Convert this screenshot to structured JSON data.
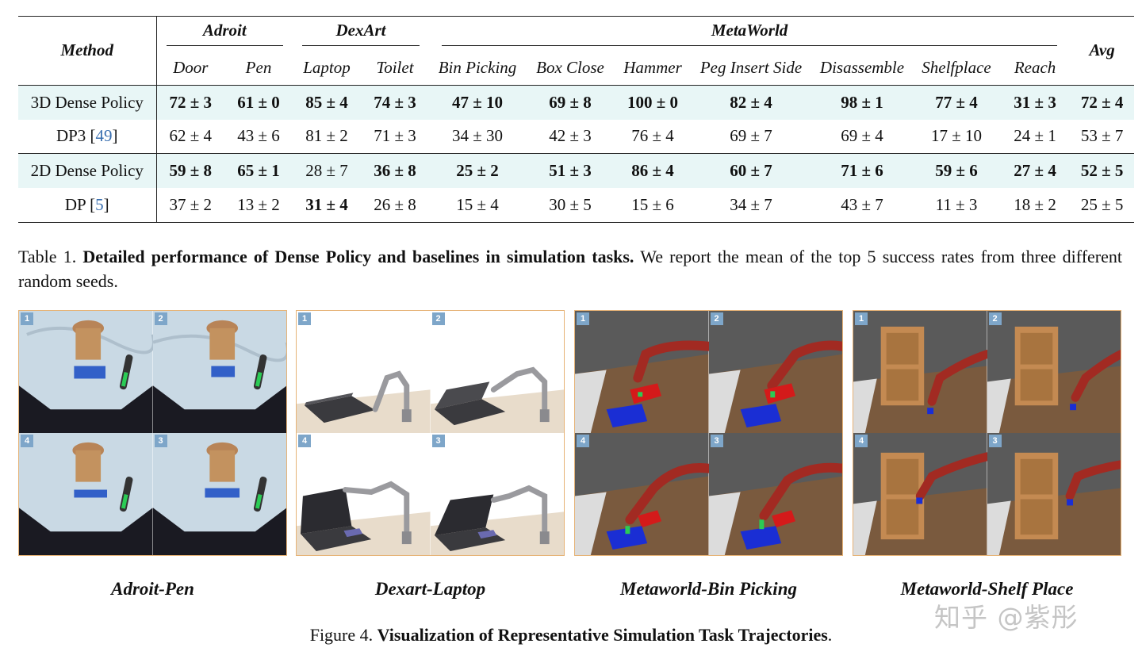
{
  "table": {
    "method_header": "Method",
    "avg_header": "Avg",
    "groups": [
      "Adroit",
      "DexArt",
      "MetaWorld"
    ],
    "tasks": [
      "Door",
      "Pen",
      "Laptop",
      "Toilet",
      "Bin Picking",
      "Box Close",
      "Hammer",
      "Peg Insert Side",
      "Disassemble",
      "Shelfplace",
      "Reach"
    ],
    "rows": [
      {
        "method": "3D Dense Policy",
        "cite": "",
        "cells": [
          "72 ± 3",
          "61 ± 0",
          "85 ± 4",
          "74 ± 3",
          "47 ± 10",
          "69 ± 8",
          "100 ± 0",
          "82 ± 4",
          "98 ± 1",
          "77 ± 4",
          "31 ± 3",
          "72 ± 4"
        ]
      },
      {
        "method": "DP3 [",
        "cite": "49",
        "cite_close": "]",
        "cells": [
          "62 ± 4",
          "43 ± 6",
          "81 ± 2",
          "71 ± 3",
          "34 ± 30",
          "42 ± 3",
          "76 ± 4",
          "69 ± 7",
          "69 ± 4",
          "17 ± 10",
          "24 ± 1",
          "53 ± 7"
        ]
      },
      {
        "method": "2D Dense Policy",
        "cite": "",
        "cells": [
          "59 ± 8",
          "65 ± 1",
          "28 ± 7",
          "36 ± 8",
          "25 ± 2",
          "51 ± 3",
          "86 ± 4",
          "60 ± 7",
          "71 ± 6",
          "59 ± 6",
          "27 ± 4",
          "52 ± 5"
        ]
      },
      {
        "method": "DP [",
        "cite": "5",
        "cite_close": "]",
        "cells": [
          "37 ± 2",
          "13 ± 2",
          "31 ± 4",
          "26 ± 8",
          "15 ± 4",
          "30 ± 5",
          "15 ± 6",
          "34 ± 7",
          "43 ± 7",
          "11 ± 3",
          "18 ± 2",
          "25 ± 5"
        ]
      }
    ]
  },
  "table_caption": {
    "prefix": "Table 1. ",
    "bold": "Detailed performance of Dense Policy and baselines in simulation tasks.",
    "rest": " We report the mean of the top 5 success rates from three different random seeds."
  },
  "figure": {
    "panels": [
      {
        "label": "Adroit-Pen",
        "steps": [
          "1",
          "2",
          "4",
          "3"
        ]
      },
      {
        "label": "Dexart-Laptop",
        "steps": [
          "1",
          "2",
          "4",
          "3"
        ]
      },
      {
        "label": "Metaworld-Bin Picking",
        "steps": [
          "1",
          "2",
          "4",
          "3"
        ]
      },
      {
        "label": "Metaworld-Shelf Place",
        "steps": [
          "1",
          "2",
          "4",
          "3"
        ]
      }
    ],
    "caption_prefix": "Figure 4. ",
    "caption_bold": "Visualization of Representative Simulation Task Trajectories",
    "caption_end": "."
  },
  "watermark": "知乎 @紫彤",
  "colors": {
    "highlight_row": "#e8f6f6",
    "cite": "#3a6fb0",
    "panel_border": "#e6b377",
    "step_badge": "#7ea6c9"
  }
}
